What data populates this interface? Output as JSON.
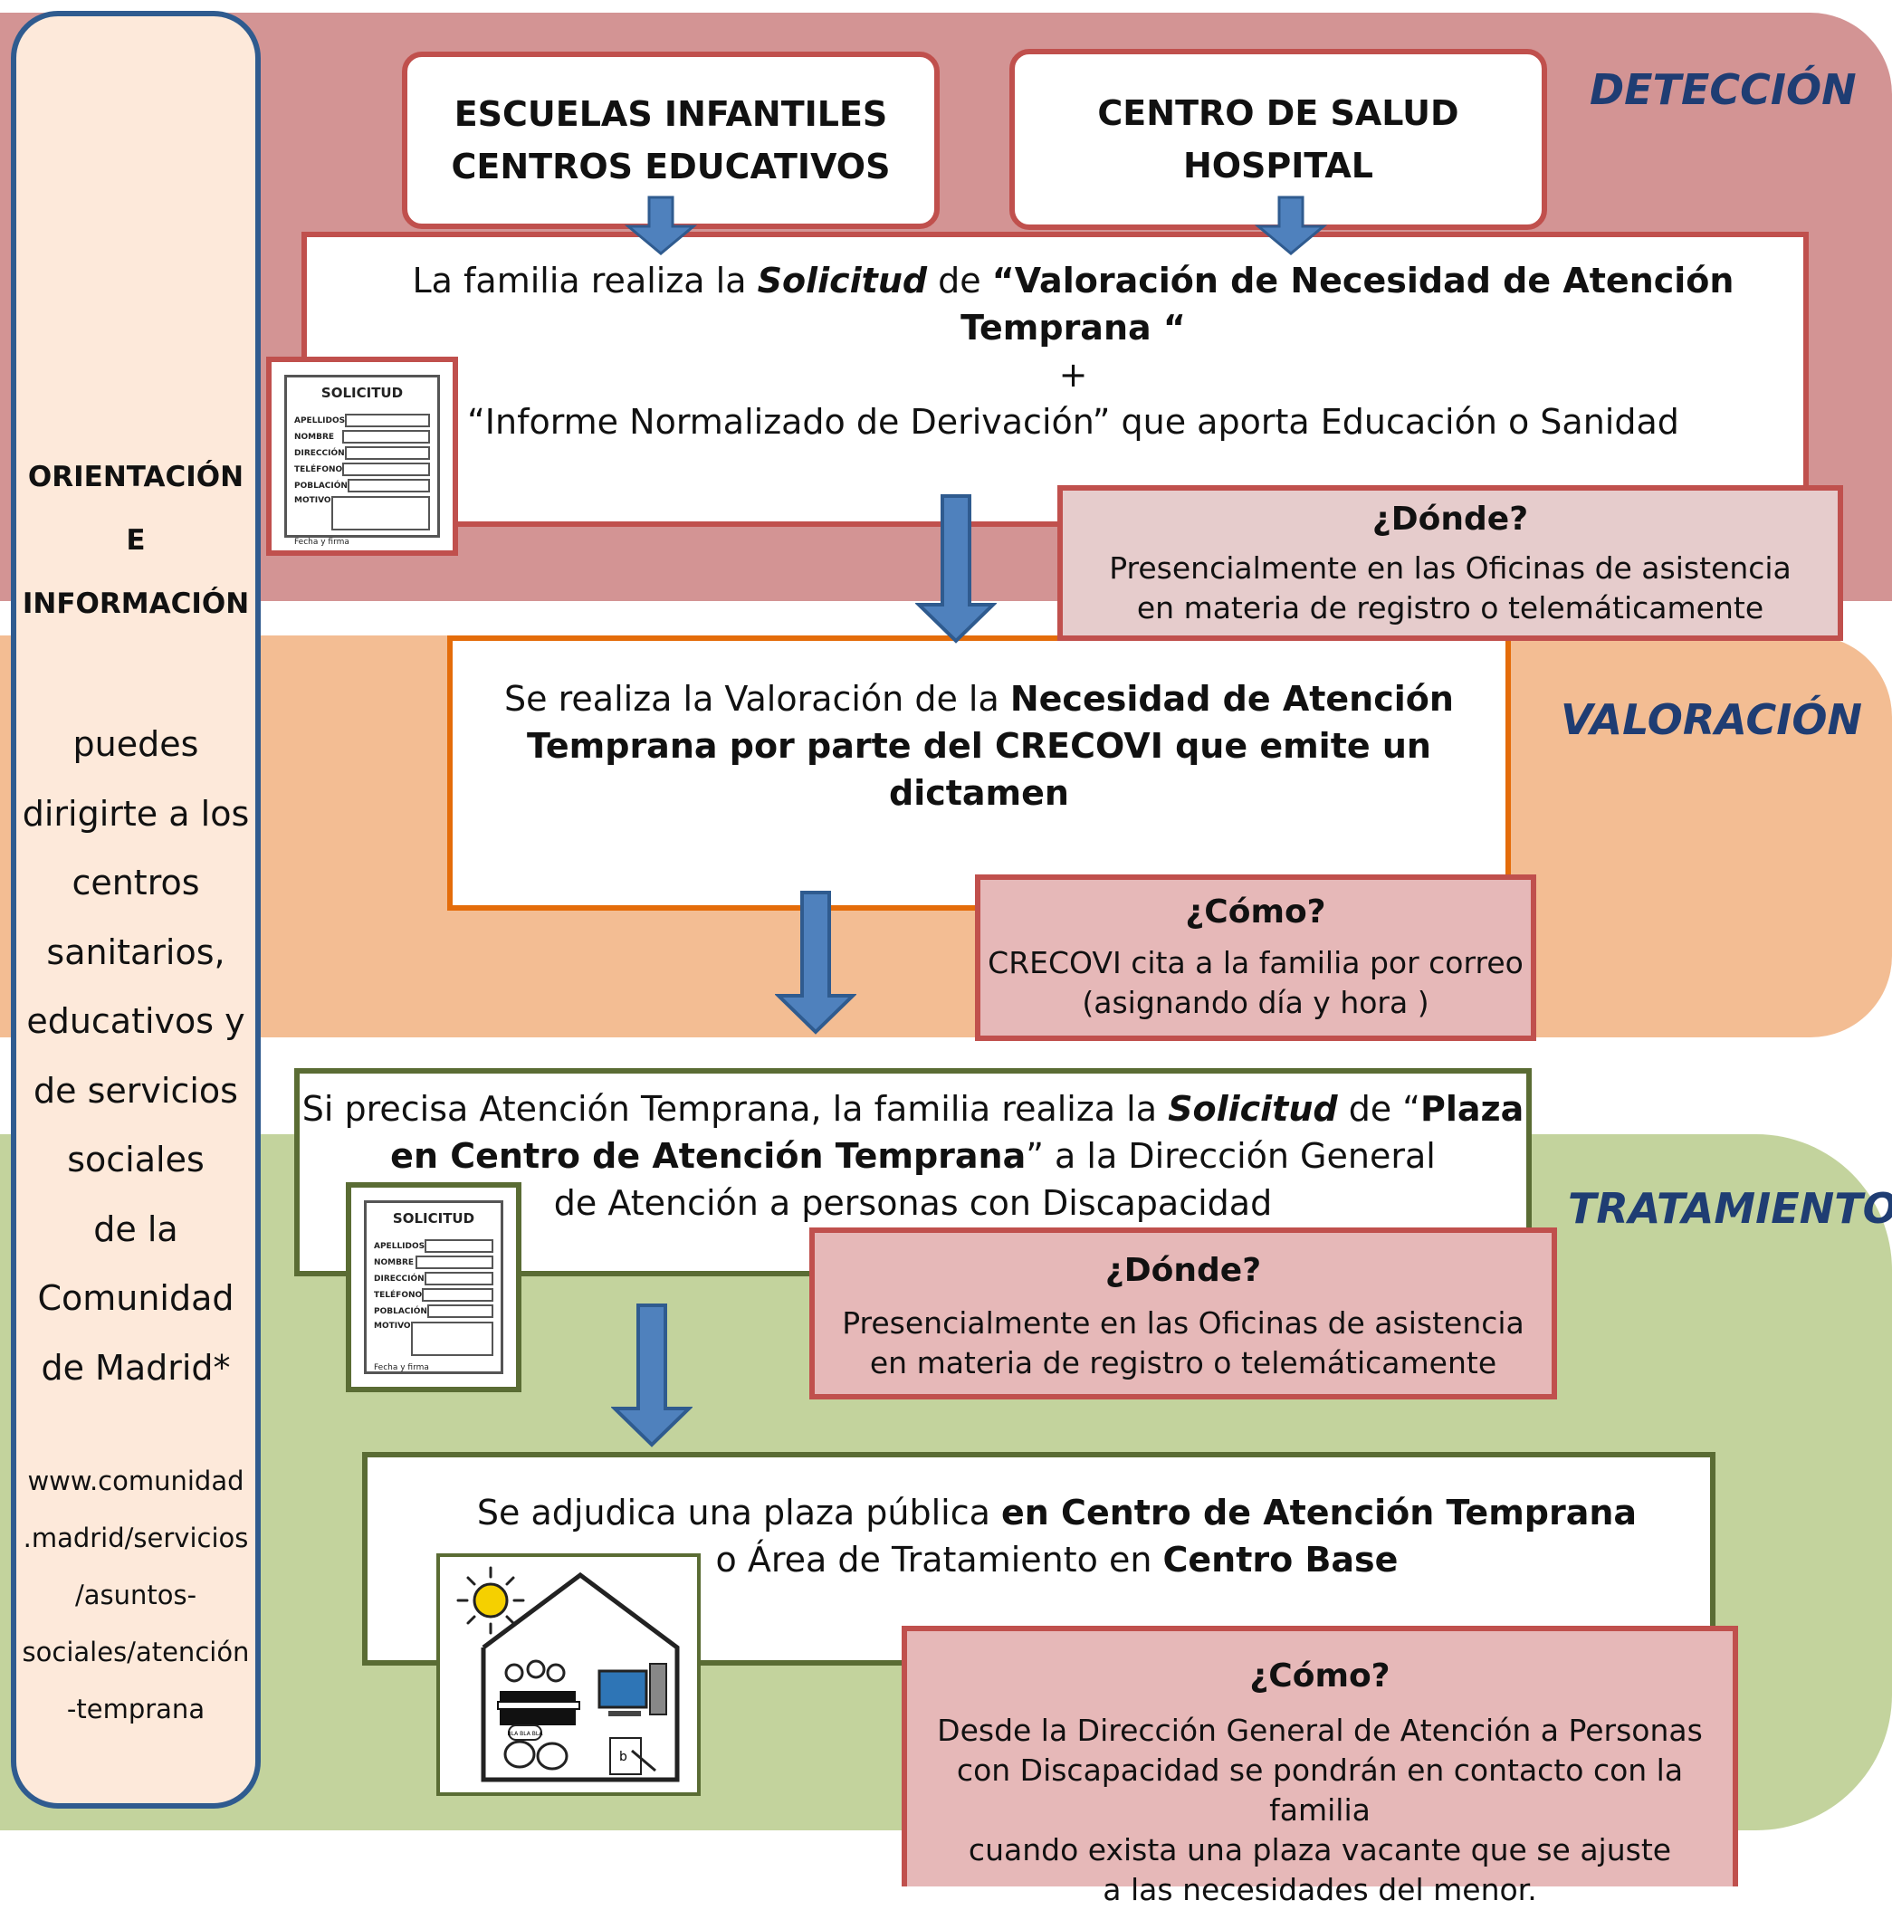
{
  "sidebar": {
    "title_lines": [
      "ORIENTACIÓN",
      "E",
      "INFORMACIÓN"
    ],
    "text_lines": [
      "puedes",
      "dirigirte a los",
      "centros",
      "sanitarios,",
      "educativos y",
      "de servicios",
      "sociales",
      "de la",
      "Comunidad",
      "de Madrid*"
    ],
    "url_lines": [
      "www.comunidad",
      ".madrid/servicios",
      "/asuntos-",
      "sociales/atención",
      "-temprana"
    ]
  },
  "stages": {
    "deteccion": "DETECCIÓN",
    "valoracion": "VALORACIÓN",
    "tratamiento": "TRATAMIENTO"
  },
  "origins": {
    "escuelas": [
      "ESCUELAS INFANTILES",
      "CENTROS EDUCATIVOS"
    ],
    "salud": [
      "CENTRO DE SALUD",
      "HOSPITAL"
    ]
  },
  "step1": {
    "line1_a": "La familia realiza la ",
    "line1_b": "Solicitud",
    "line1_c": " de ",
    "line1_d": "“Valoración de Necesidad de Atención Temprana “",
    "plus": "+",
    "line3": "“Informe Normalizado de Derivación” que aporta Educación o Sanidad"
  },
  "note1": {
    "question": "¿Dónde?",
    "lines": [
      "Presencialmente en las Oficinas de asistencia",
      "en materia de registro o telemáticamente"
    ]
  },
  "step2": {
    "line1_a": "Se realiza la Valoración de la ",
    "line1_b": "Necesidad de Atención",
    "line2": "Temprana por parte del CRECOVI que emite un dictamen"
  },
  "note2": {
    "question": "¿Cómo?",
    "lines": [
      "CRECOVI cita a la familia por correo",
      "(asignando día y hora )"
    ]
  },
  "step3": {
    "line1_a": "Si precisa Atención Temprana, la familia realiza la ",
    "line1_b": "Solicitud",
    "line1_c": " de “",
    "line1_d": "Plaza",
    "line2_a": "en Centro de Atención Temprana",
    "line2_b": "” a la Dirección General",
    "line3": "de Atención a personas con Discapacidad"
  },
  "note3": {
    "question": "¿Dónde?",
    "lines": [
      "Presencialmente en las Oficinas de asistencia",
      "en materia de registro o telemáticamente"
    ]
  },
  "step4": {
    "line1_a": "Se adjudica una plaza pública ",
    "line1_b": "en Centro de Atención Temprana",
    "line2_a": "o Área de Tratamiento en ",
    "line2_b": "Centro Base"
  },
  "note4": {
    "question": "¿Cómo?",
    "lines": [
      "Desde la Dirección General de Atención a Personas",
      "con Discapacidad se pondrán en contacto con la familia",
      "cuando exista una plaza vacante que se ajuste",
      "a las necesidades del menor."
    ]
  },
  "form": {
    "title": "SOLICITUD",
    "fields": [
      "APELLIDOS",
      "NOMBRE",
      "DIRECCIÓN",
      "TELÉFONO",
      "POBLACIÓN"
    ],
    "motivo": "MOTIVO",
    "sign": "Fecha y firma",
    "bubble": "BLA BLA BLA"
  },
  "colors": {
    "deteccion_band": "#d39494",
    "valoracion_band": "#f3bd93",
    "tratamiento_band": "#c3d39d",
    "sidebar_bg": "#fde9da",
    "sidebar_border": "#2f5b8f",
    "stage_label": "#1f3d73",
    "arrow_fill": "#4f81bd",
    "arrow_stroke": "#2f5b8f",
    "note_border": "#c0504d",
    "valoracion_border": "#e46c0a",
    "tratamiento_border": "#5a6c34"
  }
}
